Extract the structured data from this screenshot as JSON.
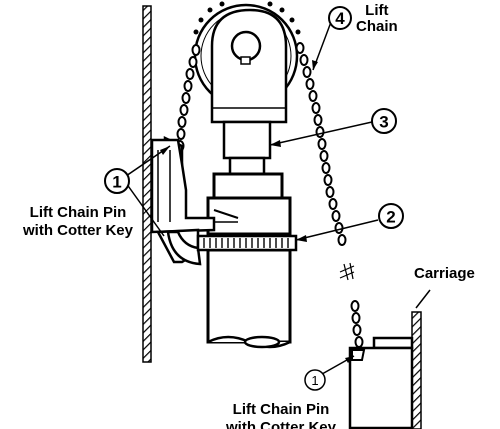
{
  "labels": {
    "lift_chain": "Lift\nChain",
    "carriage": "Carriage",
    "pin_main": "Lift Chain Pin\nwith Cotter Key",
    "pin_lower": "Lift Chain Pin\nwith Cotter Key"
  },
  "callouts": {
    "one": "1",
    "two": "2",
    "three": "3",
    "four": "4",
    "one_lower": "1"
  }
}
